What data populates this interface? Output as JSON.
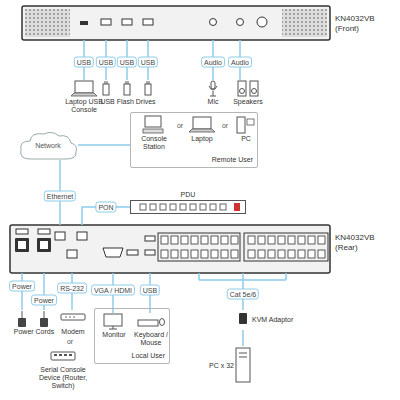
{
  "diagram": {
    "nodes": [
      {
        "text": [
          "KN4032VB (Front)"
        ]
      },
      {
        "text": [
          "Laptop USB Console"
        ]
      },
      {
        "text": [
          "USB Flash Drives"
        ]
      },
      {
        "text": [
          "Mic"
        ]
      },
      {
        "text": [
          "Speakers"
        ]
      },
      {
        "text": [
          "Network"
        ]
      },
      {
        "text": [
          "Remote User"
        ]
      },
      {
        "text": [
          "Console Station"
        ],
        "in": 6
      },
      {
        "text": [
          "Laptop"
        ],
        "in": 6
      },
      {
        "text": [
          "PC"
        ],
        "in": 6
      },
      {
        "text": [
          "PDU"
        ]
      },
      {
        "text": [
          "KN4032VB (Rear)"
        ]
      },
      {
        "text": [
          "Power Cords"
        ]
      },
      {
        "text": [
          "Modem"
        ]
      },
      {
        "text": [
          "Serial Console Device (Router, Switch)"
        ]
      },
      {
        "text": [
          "Local User"
        ]
      },
      {
        "text": [
          "Monitor"
        ],
        "in": 15
      },
      {
        "text": [
          "Keyboard / Mouse"
        ],
        "in": 15
      },
      {
        "text": [
          "KVM Adaptor"
        ]
      },
      {
        "text": [
          "PC x 32"
        ]
      }
    ],
    "edges": [
      {
        "from": 0,
        "to": 1,
        "label": "USB",
        "arrow": "none"
      },
      {
        "from": 0,
        "to": 2,
        "label": "USB",
        "arrow": "none"
      },
      {
        "from": 0,
        "to": 2,
        "label": "USB",
        "arrow": "none"
      },
      {
        "from": 0,
        "to": 2,
        "label": "USB",
        "arrow": "none"
      },
      {
        "from": 0,
        "to": 3,
        "label": "Audio",
        "arrow": "none"
      },
      {
        "from": 0,
        "to": 4,
        "label": "Audio",
        "arrow": "none"
      },
      {
        "from": 5,
        "to": 6,
        "arrow": "none"
      },
      {
        "from": 11,
        "to": 5,
        "label": "Ethernet",
        "arrow": "none"
      },
      {
        "from": 11,
        "to": 10,
        "label": "PON",
        "arrow": "none"
      },
      {
        "from": 11,
        "to": 12,
        "label": "Power",
        "arrow": "none"
      },
      {
        "from": 11,
        "to": 12,
        "label": "Power",
        "arrow": "none"
      },
      {
        "from": 11,
        "to": 13,
        "label": "RS-232",
        "arrow": "none"
      },
      {
        "from": 11,
        "to": 16,
        "label": "VGA / HDMI",
        "arrow": "none"
      },
      {
        "from": 11,
        "to": 17,
        "label": "USB",
        "arrow": "none"
      },
      {
        "from": 11,
        "to": 18,
        "label": "Cat 5e/6",
        "arrow": "none"
      },
      {
        "from": 18,
        "to": 19,
        "arrow": "none"
      }
    ],
    "labels": [
      "or",
      "or",
      "or"
    ]
  }
}
